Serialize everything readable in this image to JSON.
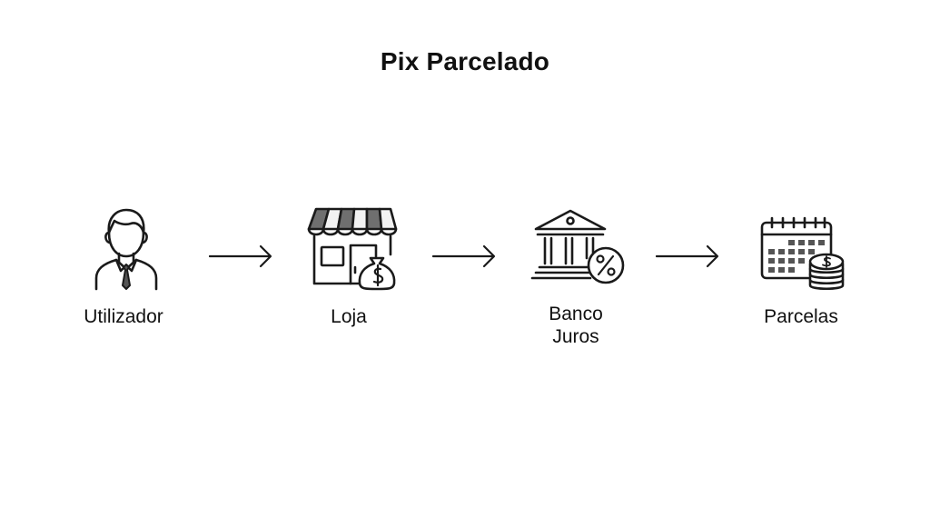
{
  "title": "Pix Parcelado",
  "steps": [
    {
      "name": "utilizador",
      "label": "Utilizador",
      "icon": "user-businessman-icon"
    },
    {
      "name": "loja",
      "label": "Loja",
      "icon": "store-money-bag-icon"
    },
    {
      "name": "banco",
      "label_lines": [
        "Banco",
        "Juros"
      ],
      "icon": "bank-percent-icon"
    },
    {
      "name": "parcelas",
      "label": "Parcelas",
      "icon": "calendar-coins-icon"
    }
  ],
  "colors": {
    "stroke": "#1a1a1a",
    "awning_dark": "#6f6f6f",
    "awning_light": "#f2f2f2",
    "tie": "#555555",
    "calendar_cell": "#555555"
  }
}
